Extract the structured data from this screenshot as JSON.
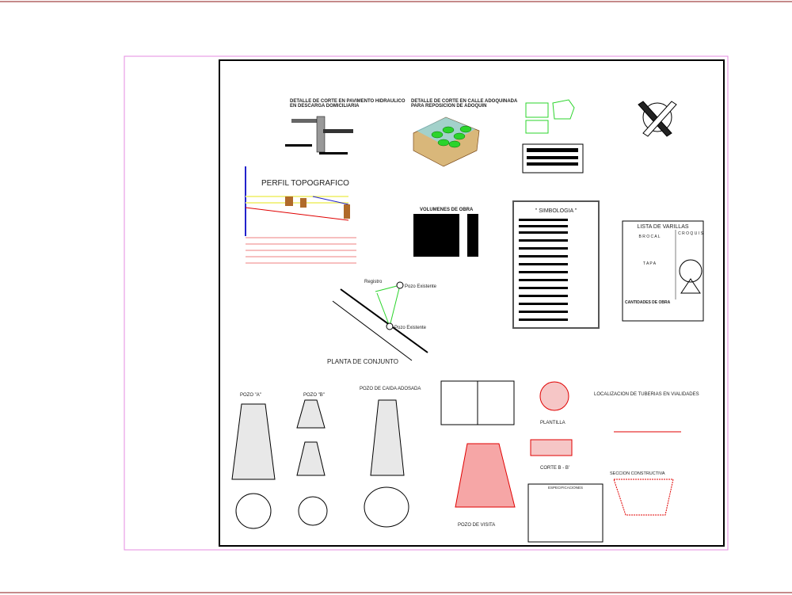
{
  "colors": {
    "rule": "#c58a8a",
    "frame": "#e58be0",
    "border": "#000000",
    "accent_red": "#e00000",
    "accent_green": "#2bd42b",
    "accent_cyan": "#7fe3ff",
    "accent_yellow": "#f2f28a",
    "accent_blue": "#2222cc"
  },
  "titles": {
    "detail_pavement": "DETALLE DE CORTE EN PAVIMENTO HIDRAULICO",
    "detail_pavement_2": "EN DESCARGA DOMICILIARIA",
    "detail_cobble": "DETALLE DE CORTE EN CALLE ADOQUINADA",
    "detail_cobble_2": "PARA REPOSICION DE ADOQUIN",
    "profile": "PERFIL TOPOGRAFICO",
    "volumes": "VOLUMENES DE OBRA",
    "symbology": "\" SIMBOLOGIA \"",
    "rebar_list": "LISTA DE VARILLAS",
    "rebar_brocal": "B R O C A L",
    "rebar_tapa": "T A P A",
    "rebar_croquis": "C R O Q U I S",
    "quantities": "CANTIDADES DE OBRA",
    "plan": "PLANTA DE CONJUNTO",
    "registro": "Registro",
    "pozo_existente_1": "Pozo Existente",
    "pozo_existente_2": "Pozo Existente",
    "pozo_a": "POZO \"A\"",
    "pozo_b": "POZO \"B\"",
    "pozo_caida": "POZO DE CAIDA ADOSADA",
    "plantilla": "PLANTILLA",
    "corte_bb": "CORTE B - B'",
    "pozo_visita": "POZO DE VISITA",
    "especificaciones": "ESPECIFICACIONES",
    "localizacion": "LOCALIZACION DE TUBERIAS EN VIALIDADES",
    "seccion": "SECCION CONSTRUCTIVA"
  }
}
